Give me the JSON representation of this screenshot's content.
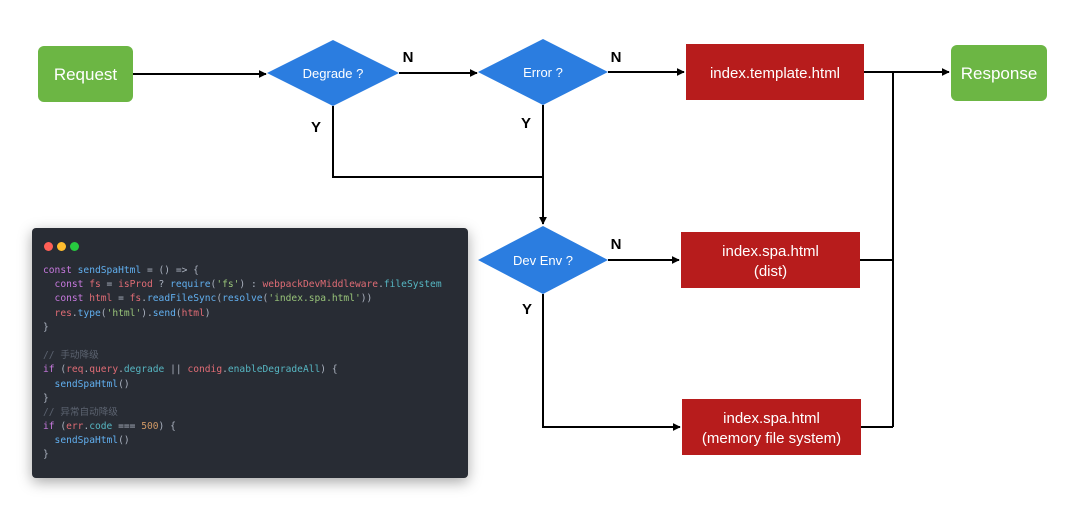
{
  "colors": {
    "terminal_green": "#6cb644",
    "decision_blue": "#2b7de0",
    "output_red": "#b71c1c",
    "edge": "#000000",
    "code_bg": "#282c34",
    "dot_red": "#ff5f56",
    "dot_yellow": "#ffbd2e",
    "dot_green": "#27c93f"
  },
  "nodes": {
    "request": "Request",
    "response": "Response",
    "degrade": "Degrade ?",
    "error": "Error ?",
    "dev_env": "Dev Env ?",
    "template": "index.template.html",
    "spa_dist": {
      "line1": "index.spa.html",
      "line2": "(dist)"
    },
    "spa_memory": {
      "line1": "index.spa.html",
      "line2": "(memory file system)"
    }
  },
  "edge_labels": {
    "degrade_no": "N",
    "degrade_yes": "Y",
    "error_no": "N",
    "error_yes": "Y",
    "dev_no": "N",
    "dev_yes": "Y"
  },
  "code": {
    "lines": [
      [
        {
          "t": "const ",
          "c": "#c678dd"
        },
        {
          "t": "sendSpaHtml",
          "c": "#61afef"
        },
        {
          "t": " = () => {",
          "c": "#abb2bf"
        }
      ],
      [
        {
          "t": "  const ",
          "c": "#c678dd"
        },
        {
          "t": "fs",
          "c": "#e06c75"
        },
        {
          "t": " = ",
          "c": "#abb2bf"
        },
        {
          "t": "isProd",
          "c": "#e06c75"
        },
        {
          "t": " ? ",
          "c": "#abb2bf"
        },
        {
          "t": "require",
          "c": "#61afef"
        },
        {
          "t": "(",
          "c": "#abb2bf"
        },
        {
          "t": "'fs'",
          "c": "#98c379"
        },
        {
          "t": ") : ",
          "c": "#abb2bf"
        },
        {
          "t": "webpackDevMiddleware",
          "c": "#e06c75"
        },
        {
          "t": ".",
          "c": "#abb2bf"
        },
        {
          "t": "fileSystem",
          "c": "#56b6c2"
        }
      ],
      [
        {
          "t": "  const ",
          "c": "#c678dd"
        },
        {
          "t": "html",
          "c": "#e06c75"
        },
        {
          "t": " = ",
          "c": "#abb2bf"
        },
        {
          "t": "fs",
          "c": "#e06c75"
        },
        {
          "t": ".",
          "c": "#abb2bf"
        },
        {
          "t": "readFileSync",
          "c": "#61afef"
        },
        {
          "t": "(",
          "c": "#abb2bf"
        },
        {
          "t": "resolve",
          "c": "#61afef"
        },
        {
          "t": "(",
          "c": "#abb2bf"
        },
        {
          "t": "'index.spa.html'",
          "c": "#98c379"
        },
        {
          "t": "))",
          "c": "#abb2bf"
        }
      ],
      [
        {
          "t": "  res",
          "c": "#e06c75"
        },
        {
          "t": ".",
          "c": "#abb2bf"
        },
        {
          "t": "type",
          "c": "#61afef"
        },
        {
          "t": "(",
          "c": "#abb2bf"
        },
        {
          "t": "'html'",
          "c": "#98c379"
        },
        {
          "t": ").",
          "c": "#abb2bf"
        },
        {
          "t": "send",
          "c": "#61afef"
        },
        {
          "t": "(",
          "c": "#abb2bf"
        },
        {
          "t": "html",
          "c": "#e06c75"
        },
        {
          "t": ")",
          "c": "#abb2bf"
        }
      ],
      [
        {
          "t": "}",
          "c": "#abb2bf"
        }
      ],
      [],
      [
        {
          "t": "// 手动降级",
          "c": "#5c6370"
        }
      ],
      [
        {
          "t": "if ",
          "c": "#c678dd"
        },
        {
          "t": "(",
          "c": "#abb2bf"
        },
        {
          "t": "req",
          "c": "#e06c75"
        },
        {
          "t": ".",
          "c": "#abb2bf"
        },
        {
          "t": "query",
          "c": "#e06c75"
        },
        {
          "t": ".",
          "c": "#abb2bf"
        },
        {
          "t": "degrade",
          "c": "#56b6c2"
        },
        {
          "t": " || ",
          "c": "#abb2bf"
        },
        {
          "t": "condig",
          "c": "#e06c75"
        },
        {
          "t": ".",
          "c": "#abb2bf"
        },
        {
          "t": "enableDegradeAll",
          "c": "#56b6c2"
        },
        {
          "t": ") {",
          "c": "#abb2bf"
        }
      ],
      [
        {
          "t": "  sendSpaHtml",
          "c": "#61afef"
        },
        {
          "t": "()",
          "c": "#abb2bf"
        }
      ],
      [
        {
          "t": "}",
          "c": "#abb2bf"
        }
      ],
      [
        {
          "t": "// 异常自动降级",
          "c": "#5c6370"
        }
      ],
      [
        {
          "t": "if ",
          "c": "#c678dd"
        },
        {
          "t": "(",
          "c": "#abb2bf"
        },
        {
          "t": "err",
          "c": "#e06c75"
        },
        {
          "t": ".",
          "c": "#abb2bf"
        },
        {
          "t": "code",
          "c": "#56b6c2"
        },
        {
          "t": " === ",
          "c": "#abb2bf"
        },
        {
          "t": "500",
          "c": "#d19a66"
        },
        {
          "t": ") {",
          "c": "#abb2bf"
        }
      ],
      [
        {
          "t": "  sendSpaHtml",
          "c": "#61afef"
        },
        {
          "t": "()",
          "c": "#abb2bf"
        }
      ],
      [
        {
          "t": "}",
          "c": "#abb2bf"
        }
      ]
    ]
  }
}
